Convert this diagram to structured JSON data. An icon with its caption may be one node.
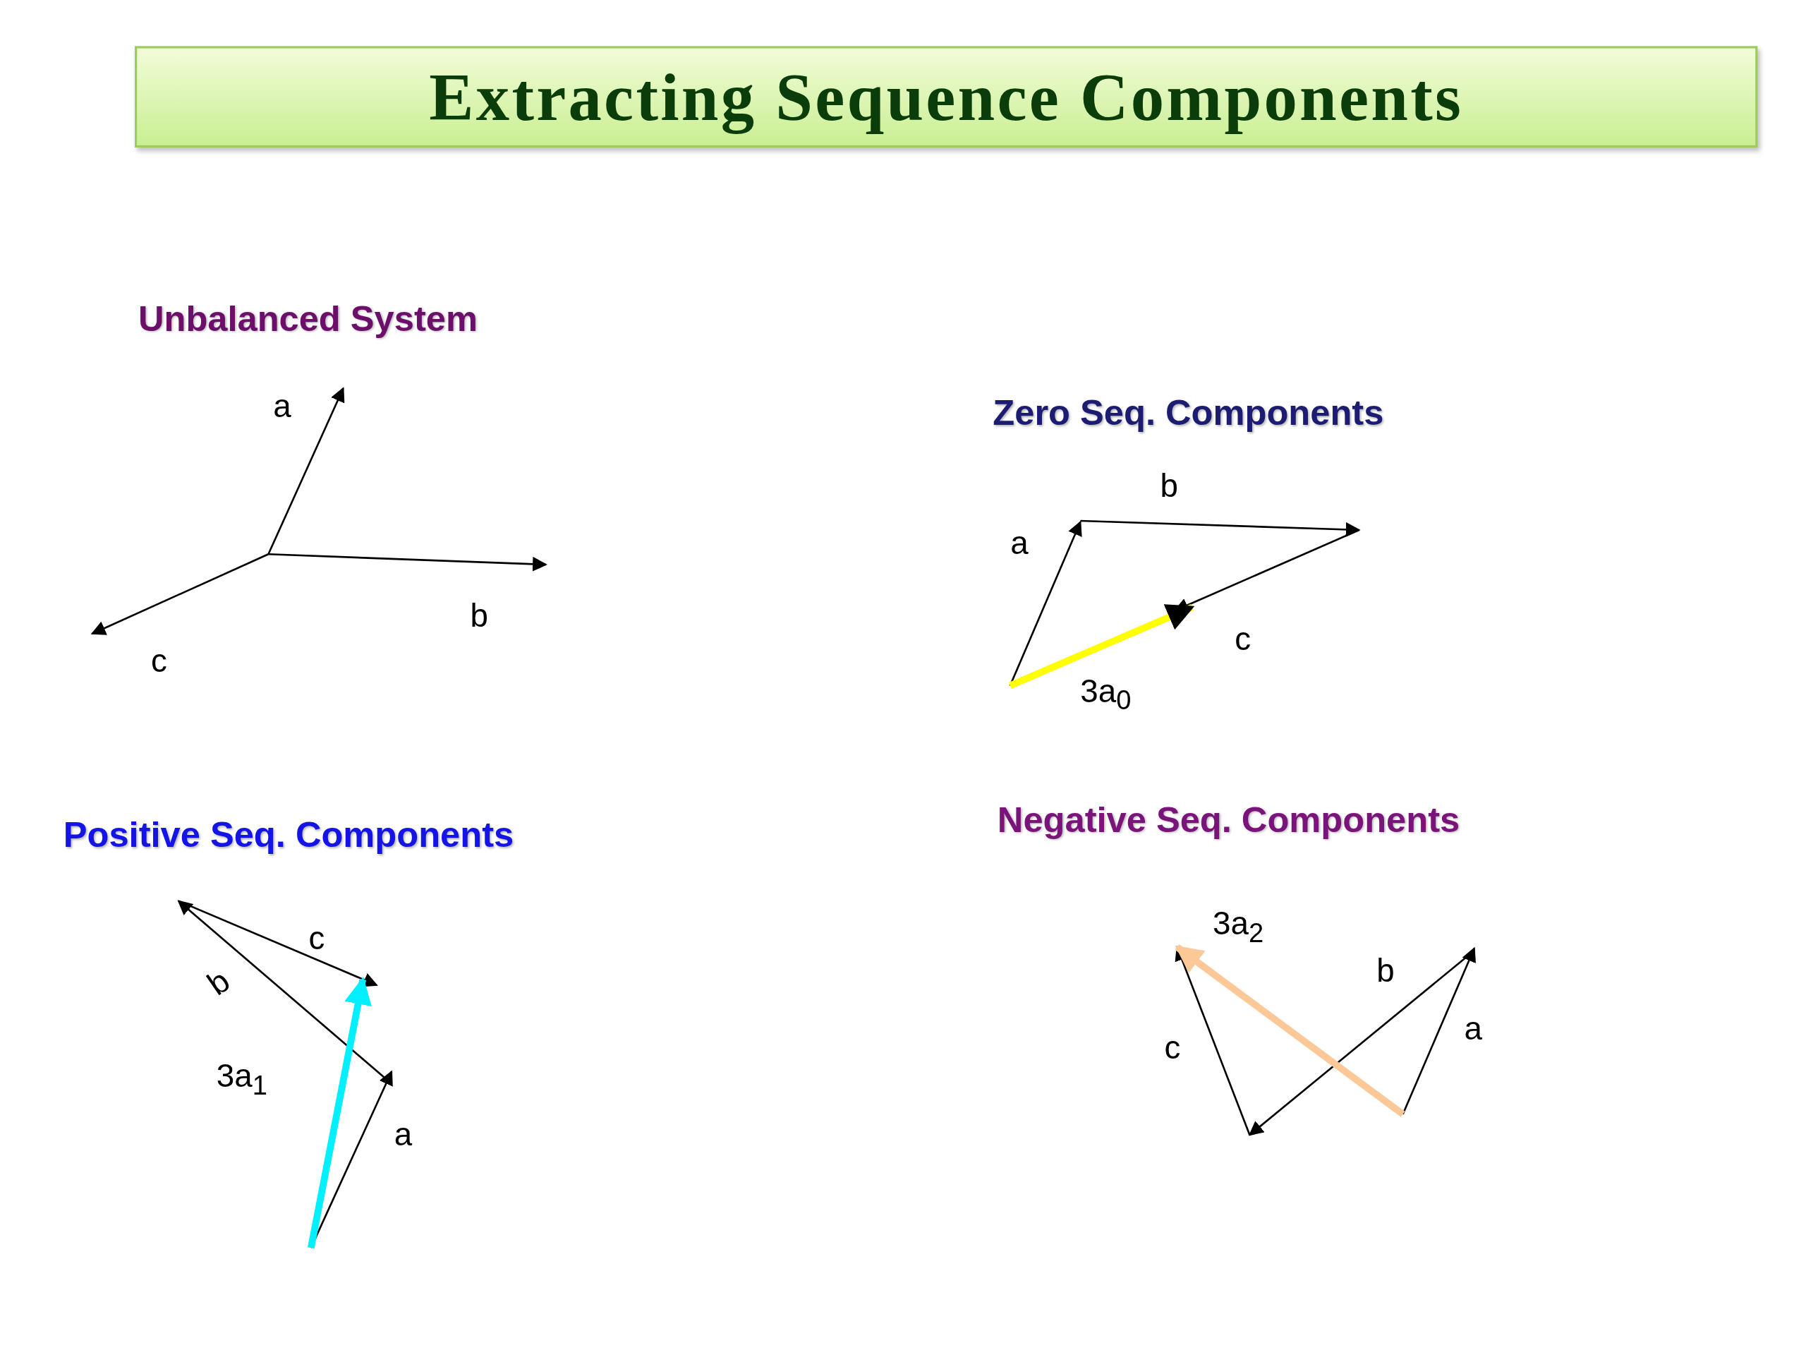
{
  "diagram": {
    "title": "Extracting Sequence Components",
    "labels": [
      "Unbalanced System",
      "a",
      "b",
      "c",
      "Zero Seq. Components",
      "b",
      "a",
      "c",
      "3a$_{0}$",
      "Positive Seq. Components",
      "c",
      "b",
      "3a$_{1}$",
      "a",
      "Negative Seq. Components",
      "3a$_{2}$",
      "b",
      "c",
      "a"
    ]
  }
}
